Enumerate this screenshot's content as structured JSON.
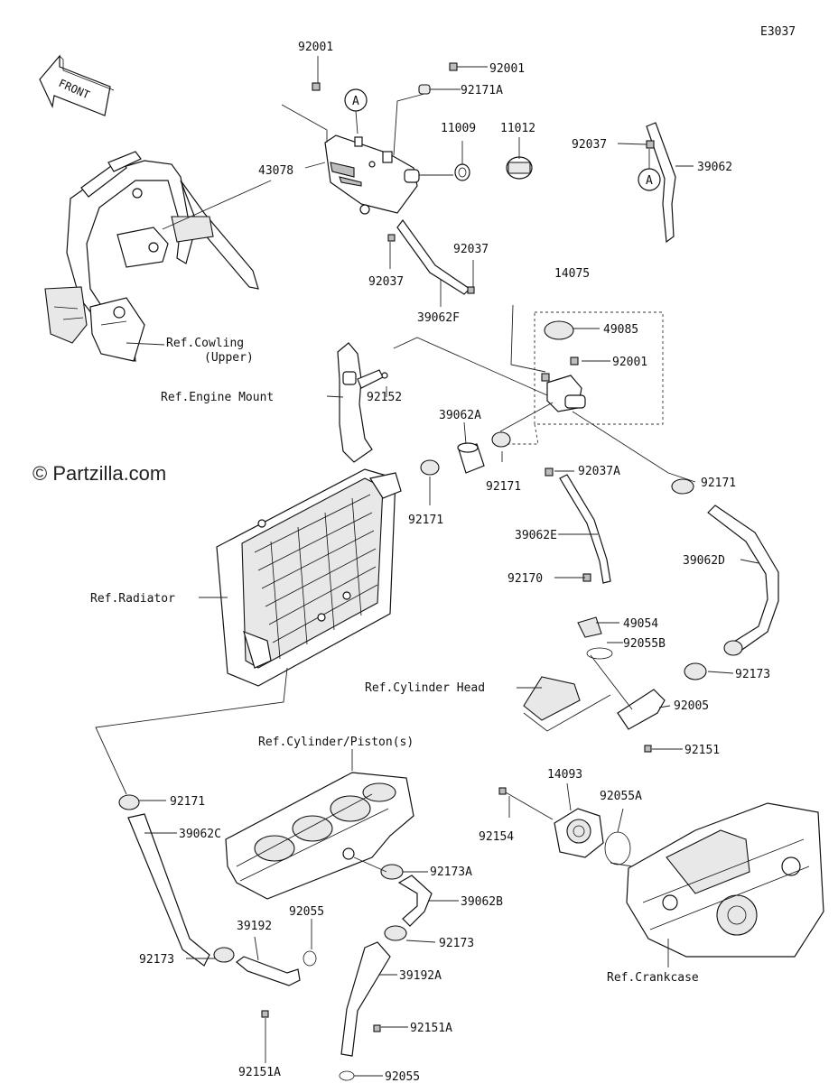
{
  "diagram_code": "E3037",
  "watermark": "© Partzilla.com",
  "front_arrow_label": "FRONT",
  "ref_marker": "A",
  "labels": {
    "p92001_top": "92001",
    "p92001_b": "92001",
    "p92171A": "92171A",
    "p11009": "11009",
    "p11012": "11012",
    "p92037_r": "92037",
    "p39062": "39062",
    "p43078": "43078",
    "p92037_m": "92037",
    "p92037_c": "92037",
    "p39062F": "39062F",
    "p14075": "14075",
    "p49085": "49085",
    "p92001_c": "92001",
    "ref_cowling_1": "Ref.Cowling",
    "ref_cowling_2": "(Upper)",
    "ref_engine_mount": "Ref.Engine Mount",
    "p92152": "92152",
    "p39062A": "39062A",
    "p92171_a": "92171",
    "p92171_b": "92171",
    "p92037A": "92037A",
    "p92171_c": "92171",
    "p39062E": "39062E",
    "p39062D": "39062D",
    "ref_radiator": "Ref.Radiator",
    "p92170": "92170",
    "p49054": "49054",
    "p92055B": "92055B",
    "ref_cylinder_head": "Ref.Cylinder Head",
    "p92173_a": "92173",
    "p92005": "92005",
    "p92151": "92151",
    "ref_cylinder_piston": "Ref.Cylinder/Piston(s)",
    "p14093": "14093",
    "p92055A": "92055A",
    "p92171_d": "92171",
    "p92154": "92154",
    "p39062C": "39062C",
    "p92173A": "92173A",
    "p39062B": "39062B",
    "p92055_a": "92055",
    "p39192": "39192",
    "p92173_b": "92173",
    "p92173_c": "92173",
    "p39192A": "39192A",
    "ref_crankcase": "Ref.Crankcase",
    "p92151A_a": "92151A",
    "p92151A_b": "92151A",
    "p92055_b": "92055"
  }
}
